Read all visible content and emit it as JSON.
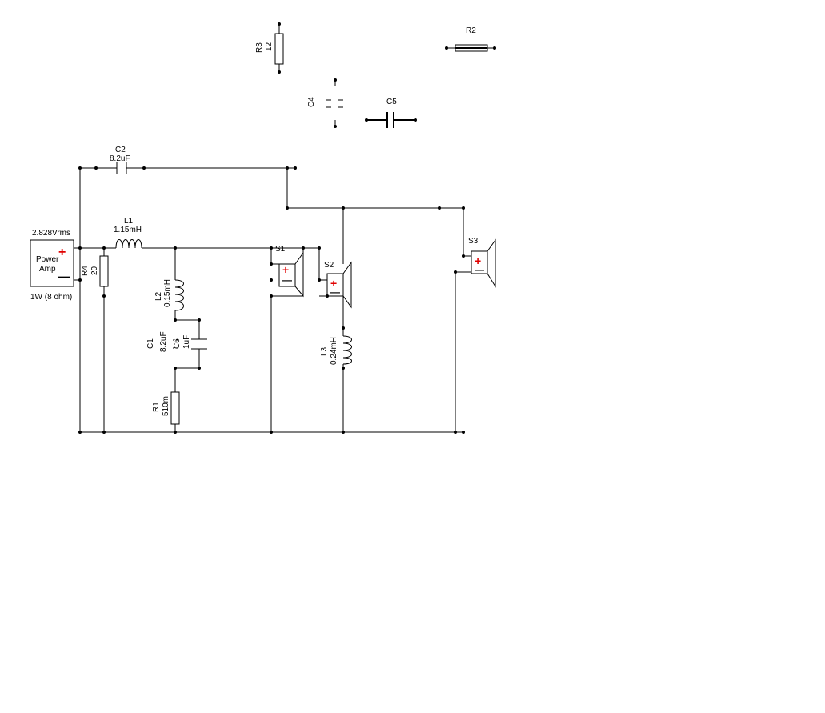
{
  "schematic": {
    "background": "#ffffff",
    "accent_polarity": "#e00000",
    "components": {
      "r3": {
        "ref": "R3",
        "value": "12"
      },
      "r2": {
        "ref": "R2"
      },
      "c4": {
        "ref": "C4"
      },
      "c5": {
        "ref": "C5"
      },
      "c2": {
        "ref": "C2",
        "value": "8.2uF"
      },
      "l1": {
        "ref": "L1",
        "value": "1.15mH"
      },
      "amp": {
        "title_line1": "Power",
        "title_line2": "Amp",
        "voltage": "2.828Vrms",
        "rating": "1W (8 ohm)",
        "plus": "+",
        "minus": "—"
      },
      "r4": {
        "ref": "R4",
        "value": "20"
      },
      "l2": {
        "ref": "L2",
        "value": "0.15mH"
      },
      "c1": {
        "ref": "C1",
        "value": "8.2uF"
      },
      "c6": {
        "ref": "C6",
        "value": "1uF"
      },
      "r1": {
        "ref": "R1",
        "value": "510m"
      },
      "l3": {
        "ref": "L3",
        "value": "0.24mH"
      },
      "s1": {
        "ref": "S1",
        "plus": "+",
        "minus": "—"
      },
      "s2": {
        "ref": "S2",
        "plus": "+",
        "minus": "—"
      },
      "s3": {
        "ref": "S3",
        "plus": "+",
        "minus": "—"
      }
    }
  }
}
